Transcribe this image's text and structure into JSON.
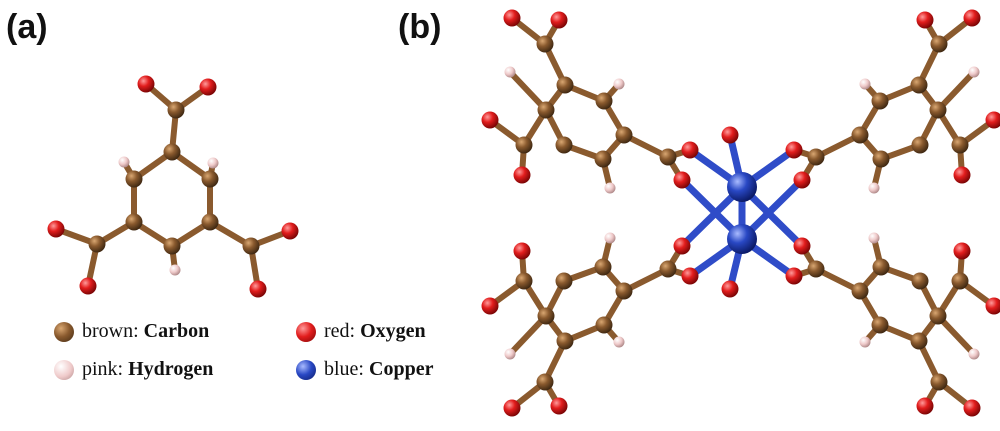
{
  "panels": {
    "a": {
      "label": "(a)"
    },
    "b": {
      "label": "(b)"
    }
  },
  "legend": {
    "carbon": {
      "prefix": "brown: ",
      "name": "Carbon"
    },
    "oxygen": {
      "prefix": "red: ",
      "name": "Oxygen"
    },
    "hydrogen": {
      "prefix": "pink: ",
      "name": "Hydrogen"
    },
    "copper": {
      "prefix": "blue: ",
      "name": "Copper"
    }
  },
  "colors": {
    "carbon": "#8a5a2e",
    "oxygen": "#e21d1d",
    "hydrogen": "#efcaca",
    "copper": "#2948c4",
    "bond_carbon": "#8a5a2e",
    "bond_copper": "#2f4cc8"
  }
}
